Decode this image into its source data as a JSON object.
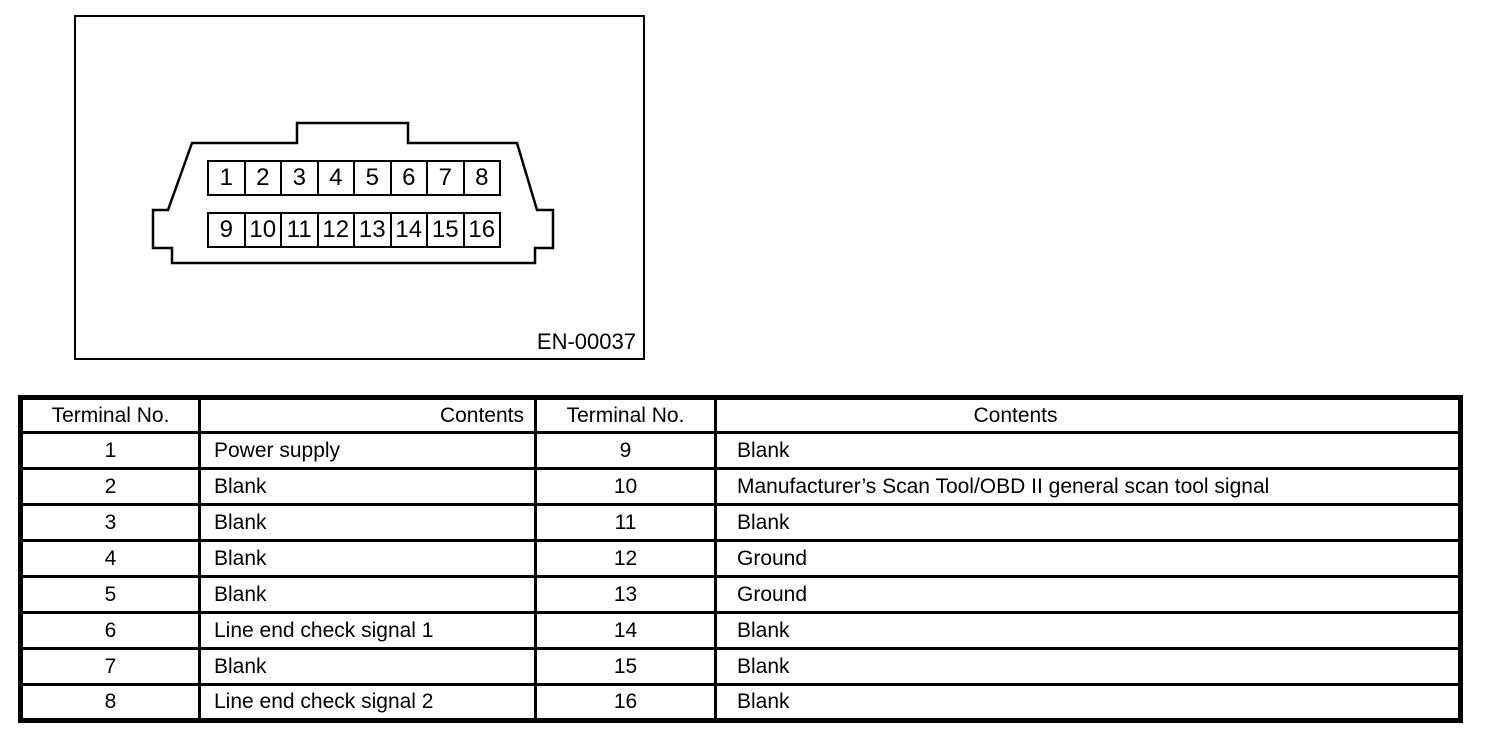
{
  "figure": {
    "label": "EN-00037",
    "connector": {
      "top_row": [
        "1",
        "2",
        "3",
        "4",
        "5",
        "6",
        "7",
        "8"
      ],
      "bottom_row": [
        "9",
        "10",
        "11",
        "12",
        "13",
        "14",
        "15",
        "16"
      ]
    }
  },
  "table": {
    "headers": [
      "Terminal No.",
      "Contents",
      "Terminal No.",
      "Contents"
    ],
    "rows": [
      {
        "no_left": "1",
        "contents_left": "Power supply",
        "no_right": "9",
        "contents_right": "Blank"
      },
      {
        "no_left": "2",
        "contents_left": "Blank",
        "no_right": "10",
        "contents_right": "Manufacturer’s Scan Tool/OBD II general scan tool signal"
      },
      {
        "no_left": "3",
        "contents_left": "Blank",
        "no_right": "11",
        "contents_right": "Blank"
      },
      {
        "no_left": "4",
        "contents_left": "Blank",
        "no_right": "12",
        "contents_right": "Ground"
      },
      {
        "no_left": "5",
        "contents_left": "Blank",
        "no_right": "13",
        "contents_right": "Ground"
      },
      {
        "no_left": "6",
        "contents_left": "Line end check signal 1",
        "no_right": "14",
        "contents_right": "Blank"
      },
      {
        "no_left": "7",
        "contents_left": "Blank",
        "no_right": "15",
        "contents_right": "Blank"
      },
      {
        "no_left": "8",
        "contents_left": "Line end check signal 2",
        "no_right": "16",
        "contents_right": "Blank"
      }
    ]
  },
  "colors": {
    "ink": "#000000",
    "paper": "#ffffff"
  }
}
